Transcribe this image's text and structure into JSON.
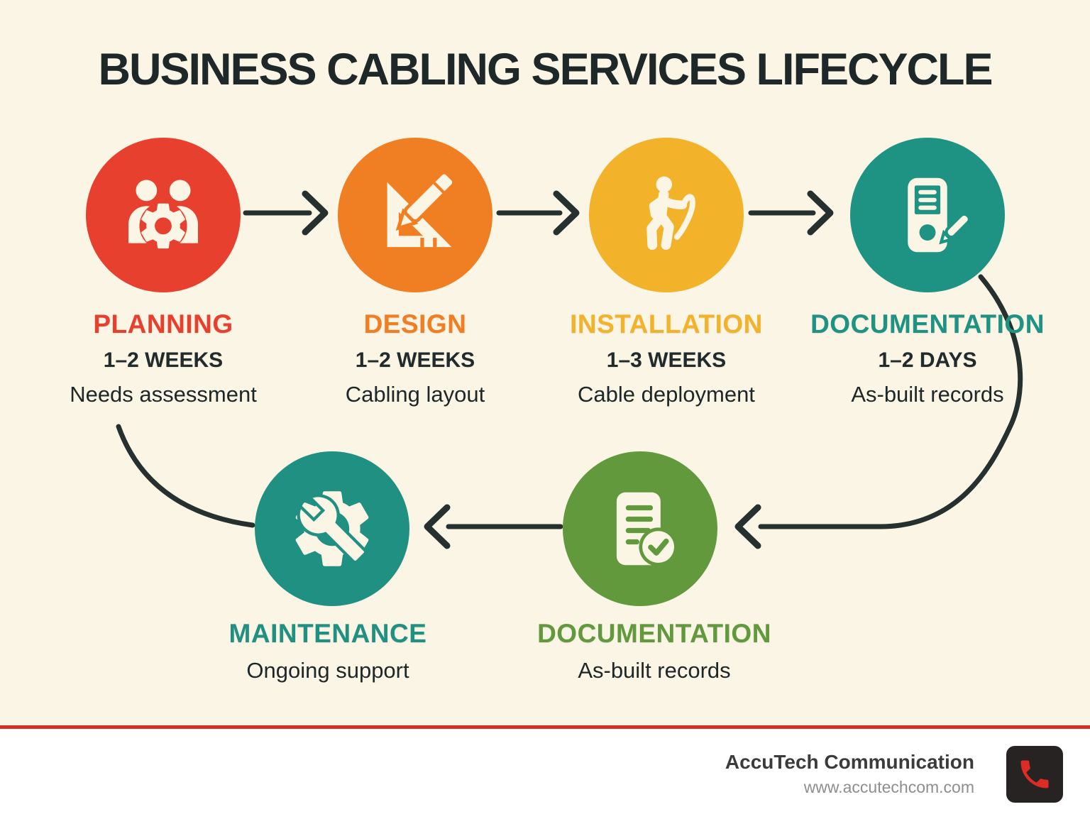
{
  "title": "BUSINESS CABLING SERVICES LIFECYCLE",
  "background_color": "#FBF5E6",
  "text_color": "#212B2B",
  "connector_color": "#25302F",
  "stages": [
    {
      "name": "PLANNING",
      "duration": "1–2 WEEKS",
      "description": "Needs assessment",
      "color": "#E8402F",
      "icon": "team-gear-icon"
    },
    {
      "name": "DESIGN",
      "duration": "1–2 WEEKS",
      "description": "Cabling layout",
      "color": "#F07E22",
      "icon": "ruler-pencil-icon"
    },
    {
      "name": "INSTALLATION",
      "duration": "1–3 WEEKS",
      "description": "Cable deployment",
      "color": "#F2B32B",
      "icon": "technician-cable-icon"
    },
    {
      "name": "DOCUMENTATION",
      "duration": "1–2 DAYS",
      "description": "As-built records",
      "color": "#1E9384",
      "icon": "device-notes-icon"
    },
    {
      "name": "DOCUMENTATION",
      "duration": "",
      "description": "As-built records",
      "color": "#61993C",
      "icon": "document-check-icon"
    },
    {
      "name": "MAINTENANCE",
      "duration": "",
      "description": "Ongoing support",
      "color": "#1F9081",
      "icon": "gear-wrench-icon"
    }
  ],
  "footer": {
    "company": "AccuTech Communication",
    "website": "www.accutechcom.com",
    "accent_color": "#DA2C26",
    "logo_icon": "phone-icon"
  }
}
